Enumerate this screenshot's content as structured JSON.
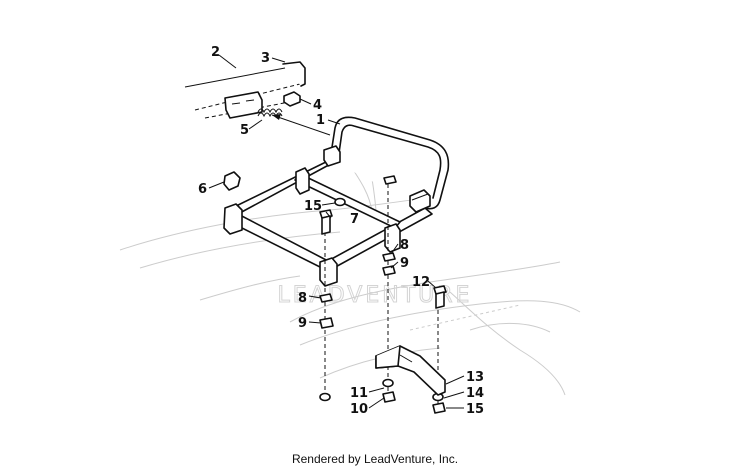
{
  "diagram": {
    "watermark": "LEADVENTURE",
    "footer": "Rendered by LeadVenture, Inc.",
    "callouts": [
      "1",
      "2",
      "3",
      "4",
      "5",
      "6",
      "7",
      "8",
      "9",
      "9",
      "10",
      "11",
      "12",
      "13",
      "14",
      "15",
      "15"
    ]
  }
}
